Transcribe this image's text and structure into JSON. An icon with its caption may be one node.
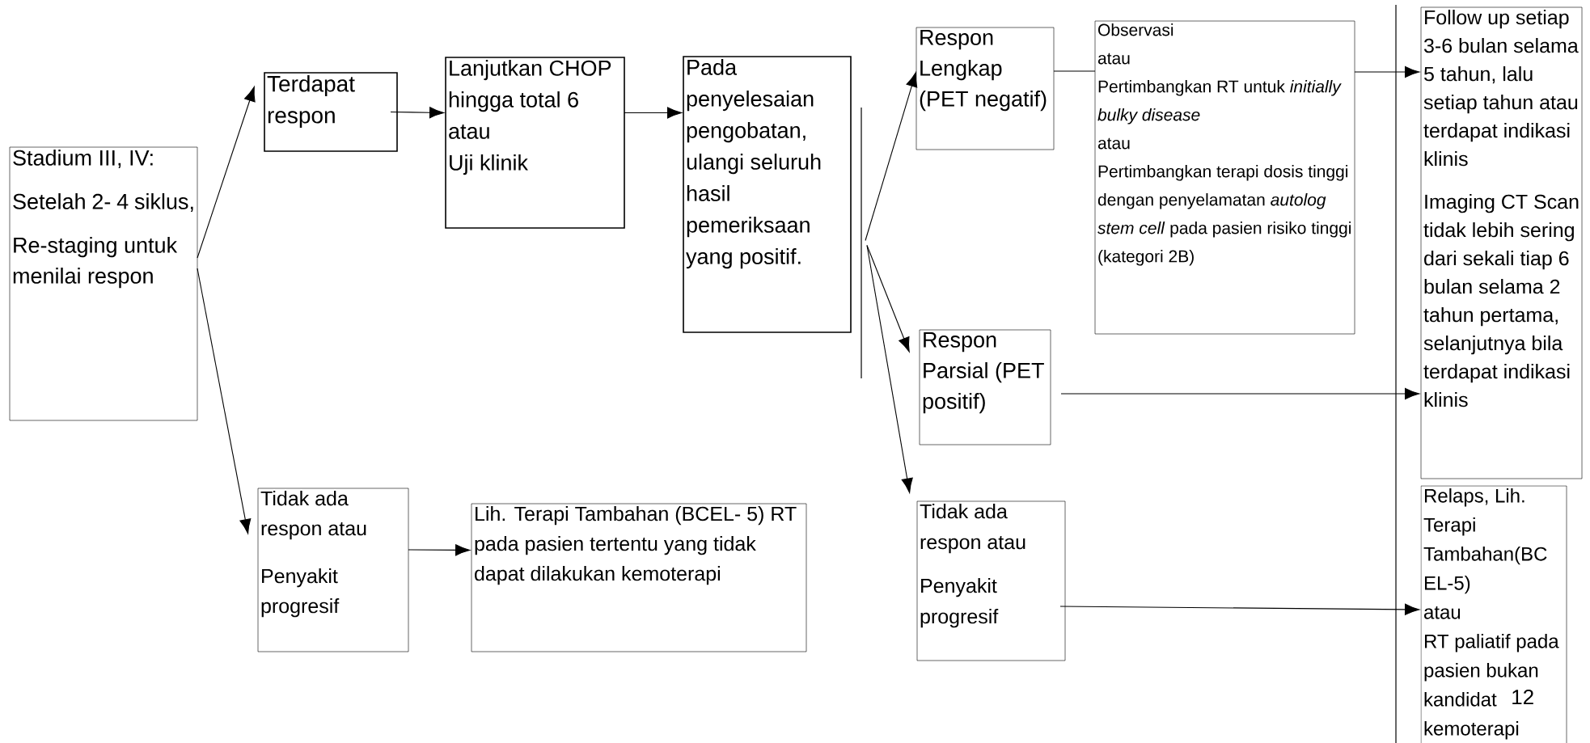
{
  "diagram": {
    "nodes": [
      {
        "text": [
          "Stadium III, IV:",
          "Setelah 2- 4 siklus,",
          "Re-staging untuk menilai respon"
        ]
      },
      {
        "text": [
          "Terdapat respon"
        ]
      },
      {
        "text": [
          "Lanjutkan CHOP hingga total 6",
          "atau",
          "Uji klinik"
        ]
      },
      {
        "text": [
          "Pada penyelesaian pengobatan, ulangi seluruh hasil pemeriksaan yang positif."
        ]
      },
      {
        "text": [
          "Tidak ada respon atau",
          "Penyakit progresif"
        ]
      },
      {
        "text": [
          "Lih. Terapi Tambahan (BCEL- 5) RT pada pasien tertentu yang tidak dapat dilakukan kemoterapi"
        ]
      },
      {
        "text": [
          "Respon Lengkap (PET negatif)"
        ]
      },
      {
        "text": [
          "Observasi",
          "atau",
          "Pertimbangkan RT untuk *initially bulky disease*",
          "atau",
          "Pertimbangkan terapi dosis tinggi dengan penyelamatan *autolog stem cell* pada pasien risiko tinggi (kategori 2B)"
        ]
      },
      {
        "text": [
          "Respon Parsial (PET positif)"
        ]
      },
      {
        "text": [
          "Tidak ada respon atau",
          "Penyakit progresif"
        ]
      },
      {
        "text": [
          "Follow up setiap 3-6 bulan selama 5 tahun, lalu setiap tahun atau terdapat indikasi klinis",
          "Imaging CT Scan tidak lebih sering dari sekali tiap 6 bulan selama 2 tahun pertama, selanjutnya bila terdapat indikasi klinis"
        ]
      },
      {
        "text": [
          "Relaps, Lih. Terapi Tambahan(BC EL-5)",
          "atau",
          "RT paliatif pada pasien bukan kandidat kemoterapi"
        ]
      }
    ],
    "edges": [
      {
        "from": 0,
        "to": 1,
        "arrow": "to"
      },
      {
        "from": 0,
        "to": 4,
        "arrow": "to"
      },
      {
        "from": 1,
        "to": 2,
        "arrow": "to"
      },
      {
        "from": 2,
        "to": 3,
        "arrow": "to"
      },
      {
        "from": 4,
        "to": 5,
        "arrow": "to"
      },
      {
        "from": 3,
        "to": 6,
        "arrow": "to"
      },
      {
        "from": 3,
        "to": 8,
        "arrow": "to"
      },
      {
        "from": 3,
        "to": 9,
        "arrow": "to"
      },
      {
        "from": 6,
        "to": 7,
        "arrow": "none"
      },
      {
        "from": 7,
        "to": 10,
        "arrow": "to"
      },
      {
        "from": 8,
        "to": 10,
        "arrow": "to"
      },
      {
        "from": 9,
        "to": 11,
        "arrow": "to"
      }
    ],
    "labels": [
      "12"
    ]
  }
}
